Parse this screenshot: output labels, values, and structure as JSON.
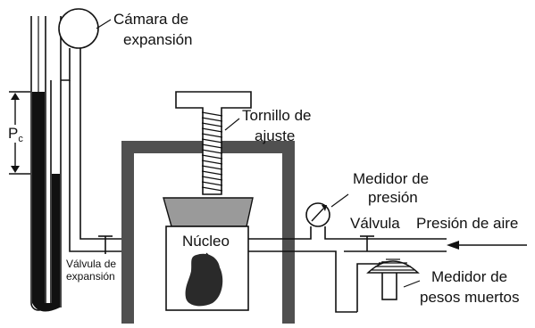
{
  "labels": {
    "expansion_chamber_1": "Cámara de",
    "expansion_chamber_2": "expansión",
    "adjusting_screw_1": "Tornillo de",
    "adjusting_screw_2": "ajuste",
    "pc_main": "P",
    "pc_sub": "c",
    "pressure_gauge_1": "Medidor de",
    "pressure_gauge_2": "presión",
    "valve": "Válvula",
    "air_pressure": "Presión de aire",
    "core": "Núcleo",
    "expansion_valve_1": "Válvula de",
    "expansion_valve_2": "expansión",
    "deadweight_1": "Medidor de",
    "deadweight_2": "pesos muertos"
  },
  "colors": {
    "line": "#111111",
    "chamber_wall": "#505050",
    "plate": "#9a9a9a",
    "sample": "#2a2a2a",
    "mercury": "#111111",
    "background": "#ffffff"
  }
}
